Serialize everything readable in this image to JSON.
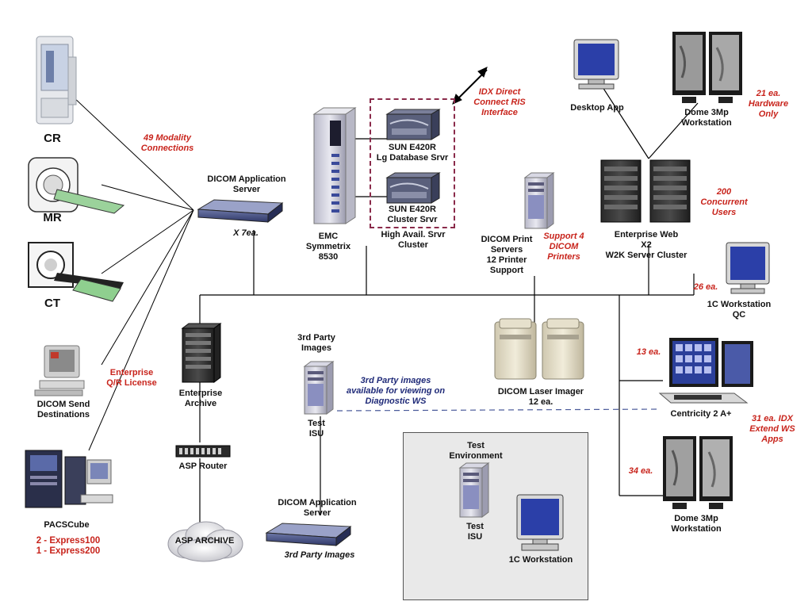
{
  "devices": {
    "cr": "CR",
    "mr": "MR",
    "ct": "CT",
    "dicom_send": "DICOM Send\nDestinations",
    "pacscube": "PACSCube",
    "pacscube_models": "2 - Express100\n1 - Express200",
    "dicom_app_server": "DICOM Application\nServer",
    "dicom_app_server_qty": "X 7ea.",
    "emc": "EMC\nSymmetrix\n8530",
    "sun1": "SUN E420R\nLg Database Srvr",
    "sun2": "SUN E420R\nCluster Srvr",
    "high_avail": "High Avail. Srvr\nCluster",
    "dicom_print": "DICOM Print\nServers\n12 Printer\nSupport",
    "enterprise_web": "Enterprise Web\nX2\nW2K Server Cluster",
    "desktop_app": "Desktop App",
    "dome_top": "Dome 3Mp\nWorkstation",
    "workstation_1c_qc": "1C Workstation\nQC",
    "enterprise_archive": "Enterprise\nArchive",
    "asp_router": "ASP Router",
    "asp_archive": "ASP ARCHIVE",
    "third_party_images_top": "3rd Party\nImages",
    "test_isu": "Test\nISU",
    "dicom_app_server_2": "DICOM Application\nServer",
    "laser_imager": "DICOM Laser Imager\n12 ea.",
    "centricity": "Centricity  2 A+",
    "dome_bottom": "Dome 3Mp\nWorkstation",
    "test_env": "Test\nEnvironment",
    "test_env_isu": "Test\nISU",
    "workstation_1c": "1C Workstation"
  },
  "annotations": {
    "modality_connections": "49 Modality\nConnections",
    "enterprise_qr": "Enterprise\nQ/R License",
    "idx_ris": "IDX Direct\nConnect RIS\nInterface",
    "support_printers": "Support 4\nDICOM\nPrinters",
    "hw_only": "21 ea.\nHardware\nOnly",
    "concurrent_users": "200\nConcurrent\nUsers",
    "qty_26": "26 ea.",
    "qty_13": "13 ea.",
    "qty_34": "34 ea.",
    "idx_extend": "31 ea. IDX\nExtend WS\nApps",
    "third_party_note": "3rd Party images\navailable for viewing on\nDiagnostic WS",
    "third_party_images_bottom": "3rd Party Images"
  },
  "colors": {
    "annotation_red": "#c8241c",
    "annotation_navy": "#1f2a78",
    "screen_blue": "#2b3fa8",
    "dashed_box": "#8a2a4a",
    "server_gray": "#8a8a9a"
  }
}
